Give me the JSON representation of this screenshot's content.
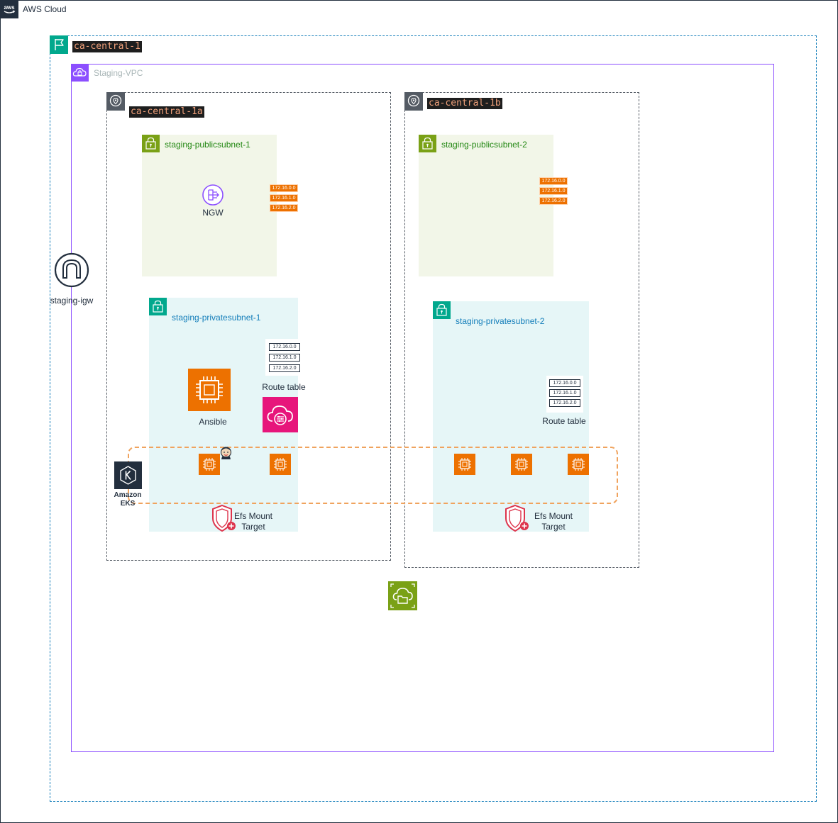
{
  "cloud": {
    "title": "AWS Cloud",
    "logo_text": "aws"
  },
  "region": {
    "label": "ca-central-1",
    "icon": "flag-icon"
  },
  "vpc": {
    "label": "Staging-VPC",
    "icon": "vpc-cloud-icon"
  },
  "internet_gateway": {
    "label": "staging-igw"
  },
  "az_a": {
    "label": "ca-central-1a",
    "public_subnet": {
      "label": "staging-publicsubnet-1",
      "nat_gateway_label": "NGW",
      "route_table_entries": [
        "172.16.0.0",
        "172.16.1.0",
        "172.16.2.0"
      ]
    },
    "private_subnet": {
      "label": "staging-privatesubnet-1",
      "ec2_label": "Ansible",
      "route_table_label": "Route table",
      "route_table_entries": [
        "172.16.0.0",
        "172.16.1.0",
        "172.16.2.0"
      ],
      "efs_label": "Efs Mount Target"
    }
  },
  "az_b": {
    "label": "ca-central-1b",
    "public_subnet": {
      "label": "staging-publicsubnet-2",
      "route_table_entries": [
        "172.16.0.0",
        "172.16.1.0",
        "172.16.2.0"
      ]
    },
    "private_subnet": {
      "label": "staging-privatesubnet-2",
      "route_table_label": "Route table",
      "route_table_entries": [
        "172.16.0.0",
        "172.16.1.0",
        "172.16.2.0"
      ],
      "efs_label": "Efs Mount Target"
    }
  },
  "eks": {
    "label_line1": "Amazon",
    "label_line2": "EKS"
  },
  "colors": {
    "region_border": "#147eba",
    "vpc_border": "#8c4fff",
    "public_subnet_fill": "#f2f6e8",
    "public_subnet_text": "#248814",
    "private_subnet_fill": "#e6f6f7",
    "private_subnet_text": "#147eba",
    "compute_orange": "#ed7100",
    "efs_red": "#dd344c",
    "mgmt_pink": "#e7157b",
    "green_accent": "#7aa116",
    "teal_accent": "#01a88d"
  }
}
